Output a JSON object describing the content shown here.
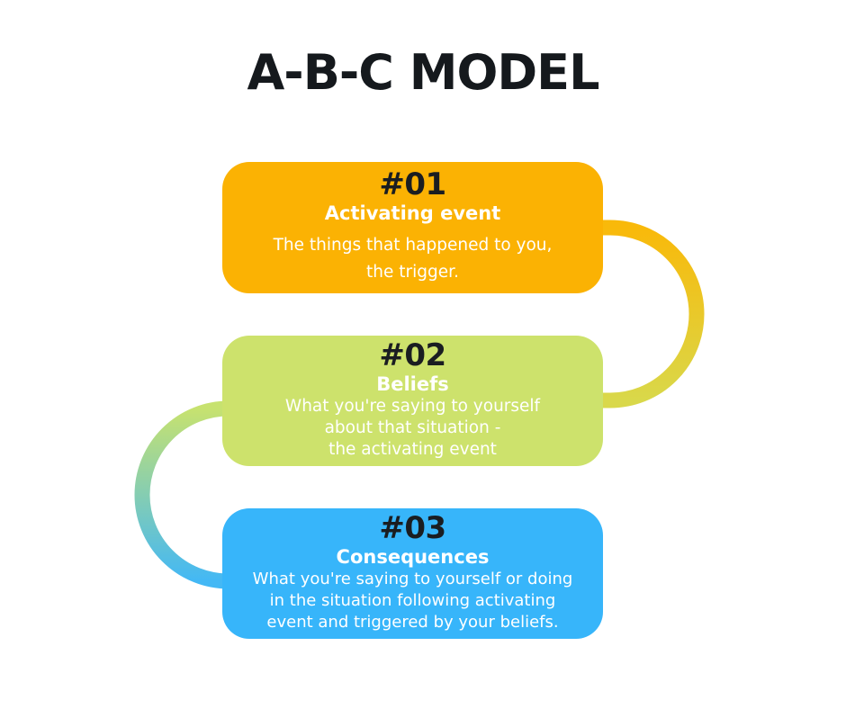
{
  "title": "A-B-C MODEL",
  "colors": {
    "step1": "#fbb203",
    "step2": "#cde26c",
    "step3": "#37b5fa",
    "connector_right_top": "#f9b90a",
    "connector_right_bottom": "#d9d84a",
    "connector_left_top": "#c7e26f",
    "connector_left_bottom": "#43b8f5",
    "title": "#15191d"
  },
  "steps": [
    {
      "number": "#01",
      "heading": "Activating event",
      "text": "The things that happened to you,\nthe trigger."
    },
    {
      "number": "#02",
      "heading": "Beliefs",
      "text": "What you're saying to yourself\nabout that situation -\nthe activating event"
    },
    {
      "number": "#03",
      "heading": "Consequences",
      "text": "What you're saying to yourself or doing\nin the situation following activating\nevent and triggered by your beliefs."
    }
  ]
}
